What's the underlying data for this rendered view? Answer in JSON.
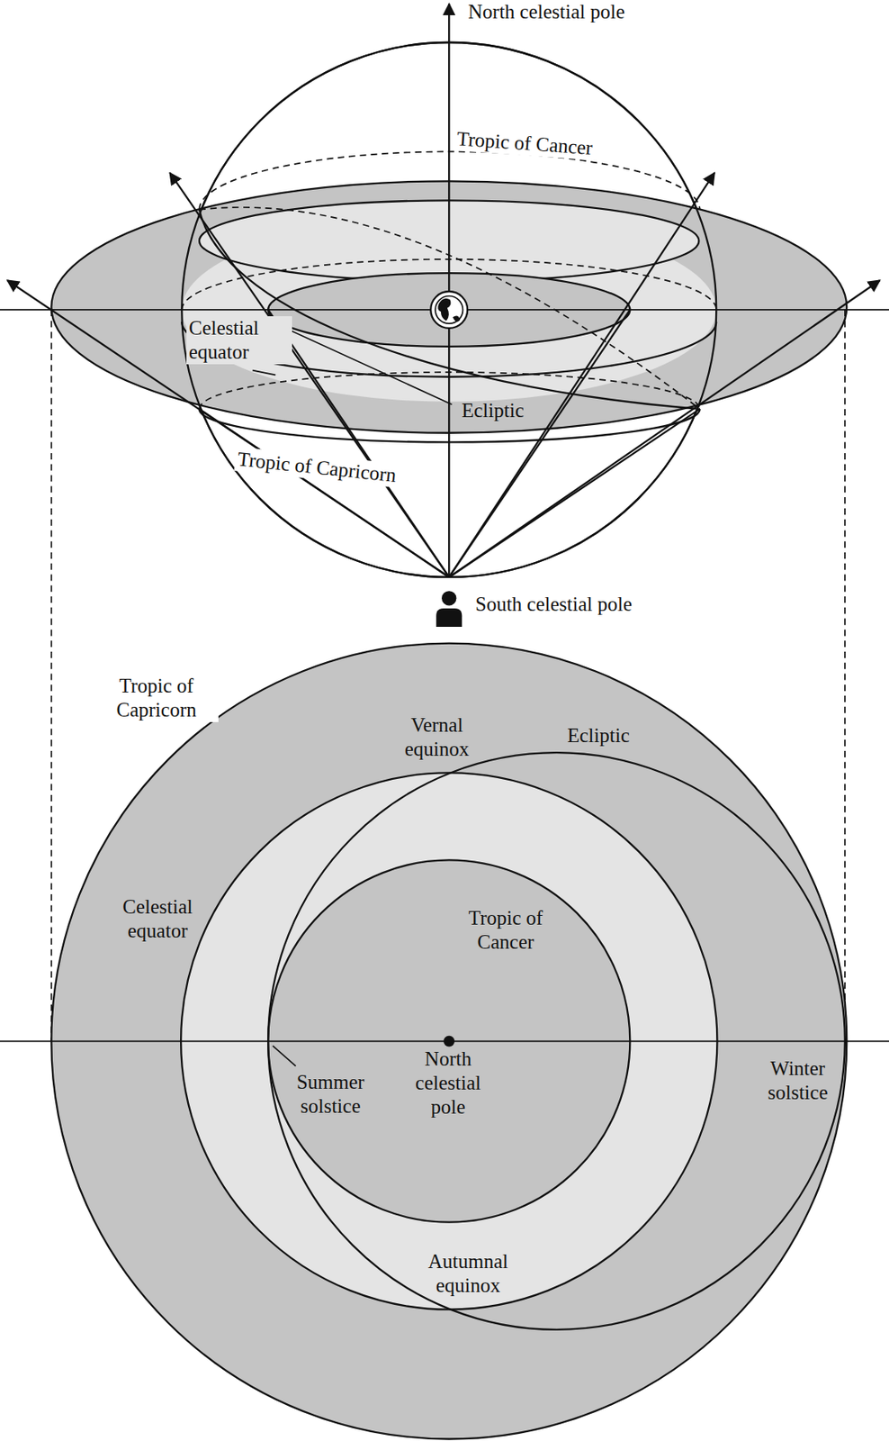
{
  "diagram": {
    "labels": [
      "North celestial pole",
      "Tropic of Cancer",
      "Celestial equator",
      "Ecliptic",
      "Tropic of Capricorn",
      "South celestial pole",
      "Tropic of Capricorn",
      "Vernal equinox",
      "Ecliptic",
      "Celestial equator",
      "Tropic of Cancer",
      "Summer solstice",
      "North celestial pole",
      "Winter solstice",
      "Autumnal equinox"
    ]
  }
}
